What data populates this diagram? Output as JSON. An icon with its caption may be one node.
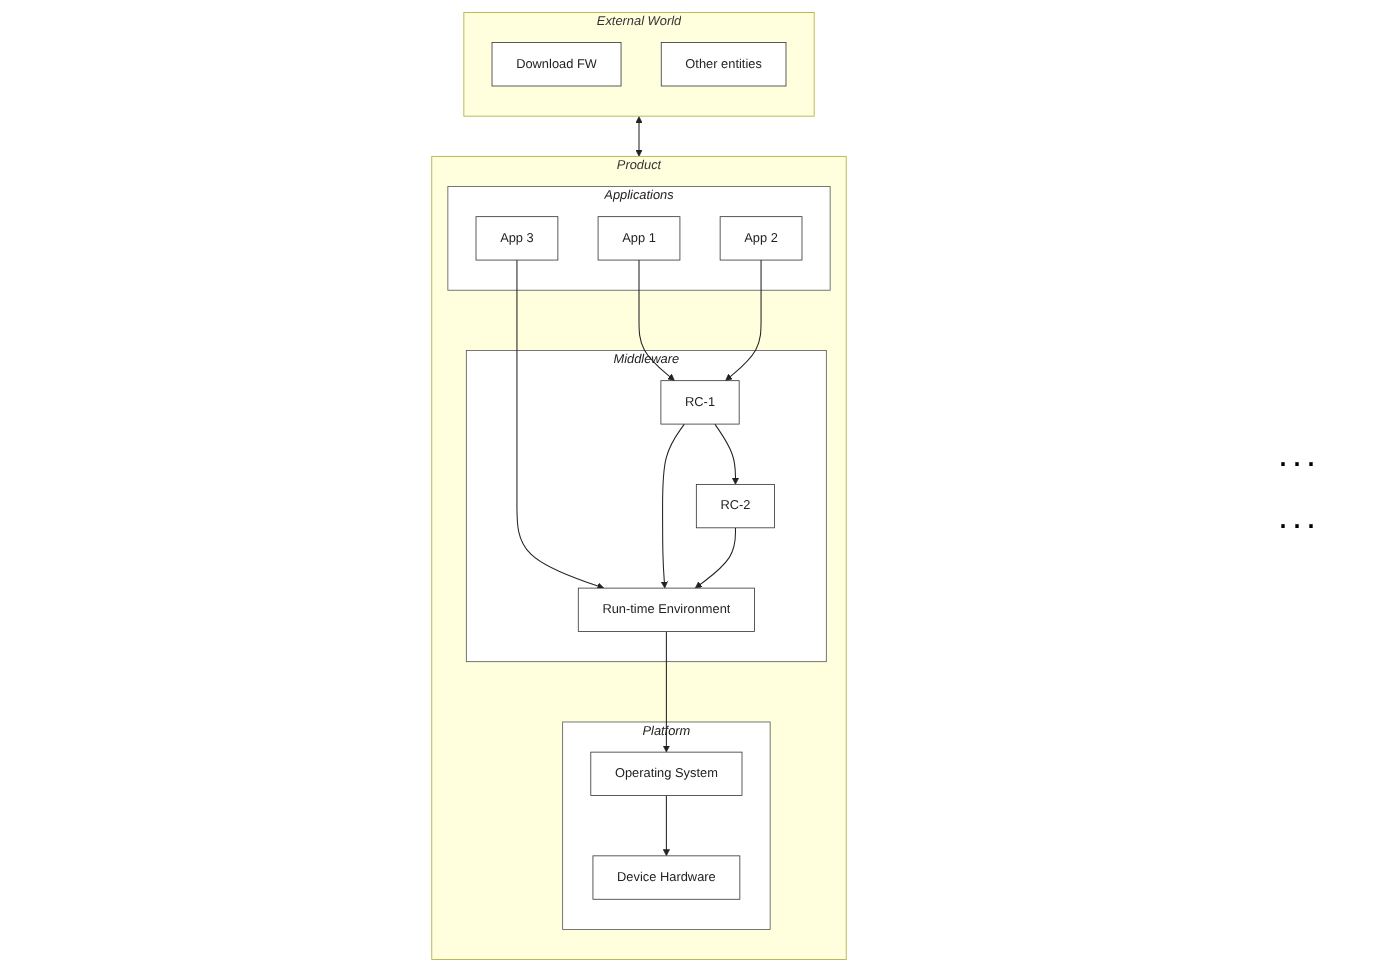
{
  "diagram": {
    "nodes": [
      {
        "text": [
          "Product"
        ]
      },
      {
        "text": [
          "Applications"
        ],
        "in": 0
      },
      {
        "text": [
          "App 1"
        ],
        "in": 1
      },
      {
        "text": [
          "App 2"
        ],
        "in": 1
      },
      {
        "text": [
          "App 3"
        ],
        "in": 1
      },
      {
        "text": [
          "Middleware"
        ],
        "in": 0
      },
      {
        "text": [
          "RC-1"
        ],
        "in": 5
      },
      {
        "text": [
          "RC-2"
        ],
        "in": 5
      },
      {
        "text": [
          "Run-time Environment"
        ],
        "in": 5
      },
      {
        "text": [
          "Platform"
        ],
        "in": 0
      },
      {
        "text": [
          "Operating System"
        ],
        "in": 9
      },
      {
        "text": [
          "Device Hardware"
        ],
        "in": 9
      },
      {
        "text": [
          "External World"
        ]
      },
      {
        "text": [
          "Download FW"
        ],
        "in": 12
      },
      {
        "text": [
          "Other entities"
        ],
        "in": 12
      }
    ],
    "edges": [
      {
        "from": 2,
        "to": 6,
        "arrow": "to"
      },
      {
        "from": 3,
        "to": 6,
        "arrow": "to"
      },
      {
        "from": 4,
        "to": 8,
        "arrow": "to"
      },
      {
        "from": 6,
        "to": 7,
        "arrow": "to"
      },
      {
        "from": 6,
        "to": 8,
        "arrow": "to"
      },
      {
        "from": 7,
        "to": 8,
        "arrow": "to"
      },
      {
        "from": 8,
        "to": 10,
        "arrow": "to"
      },
      {
        "from": 10,
        "to": 11,
        "arrow": "to"
      },
      {
        "from": 12,
        "to": 0,
        "arrow": "both"
      }
    ],
    "labels": [
      "...",
      "..."
    ]
  }
}
